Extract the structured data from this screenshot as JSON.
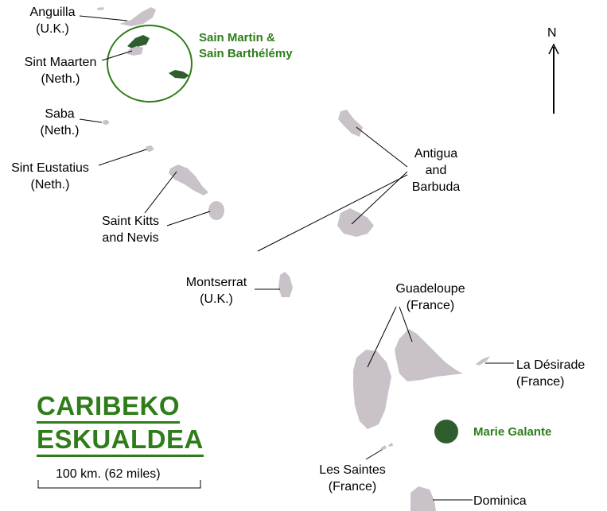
{
  "title": {
    "line1": "CARIBEKO",
    "line2": "ESKUALDEA"
  },
  "compass": {
    "label": "N"
  },
  "scale": {
    "label": "100 km. (62 miles)"
  },
  "labels": {
    "anguilla": {
      "name": "Anguilla",
      "country": "(U.K.)"
    },
    "sint_maarten": {
      "name": "Sint Maarten",
      "country": "(Neth.)"
    },
    "saint_martin": {
      "line1": "Sain Martin &",
      "line2": "Sain Barthélémy"
    },
    "saba": {
      "name": "Saba",
      "country": "(Neth.)"
    },
    "sint_eustatius": {
      "name": "Sint Eustatius",
      "country": "(Neth.)"
    },
    "saint_kitts": {
      "line1": "Saint Kitts",
      "line2": "and Nevis"
    },
    "antigua": {
      "line1": "Antigua",
      "line2": "and",
      "line3": "Barbuda"
    },
    "montserrat": {
      "name": "Montserrat",
      "country": "(U.K.)"
    },
    "guadeloupe": {
      "name": "Guadeloupe",
      "country": "(France)"
    },
    "la_desirade": {
      "name": "La Désirade",
      "country": "(France)"
    },
    "marie_galante": {
      "name": "Marie Galante"
    },
    "les_saintes": {
      "name": "Les Saintes",
      "country": "(France)"
    },
    "dominica": {
      "name": "Dominica"
    }
  },
  "colors": {
    "land": "#c9c2c9",
    "highlight": "#2e5e2e",
    "accent": "#2e7d1a",
    "line": "#000000"
  }
}
